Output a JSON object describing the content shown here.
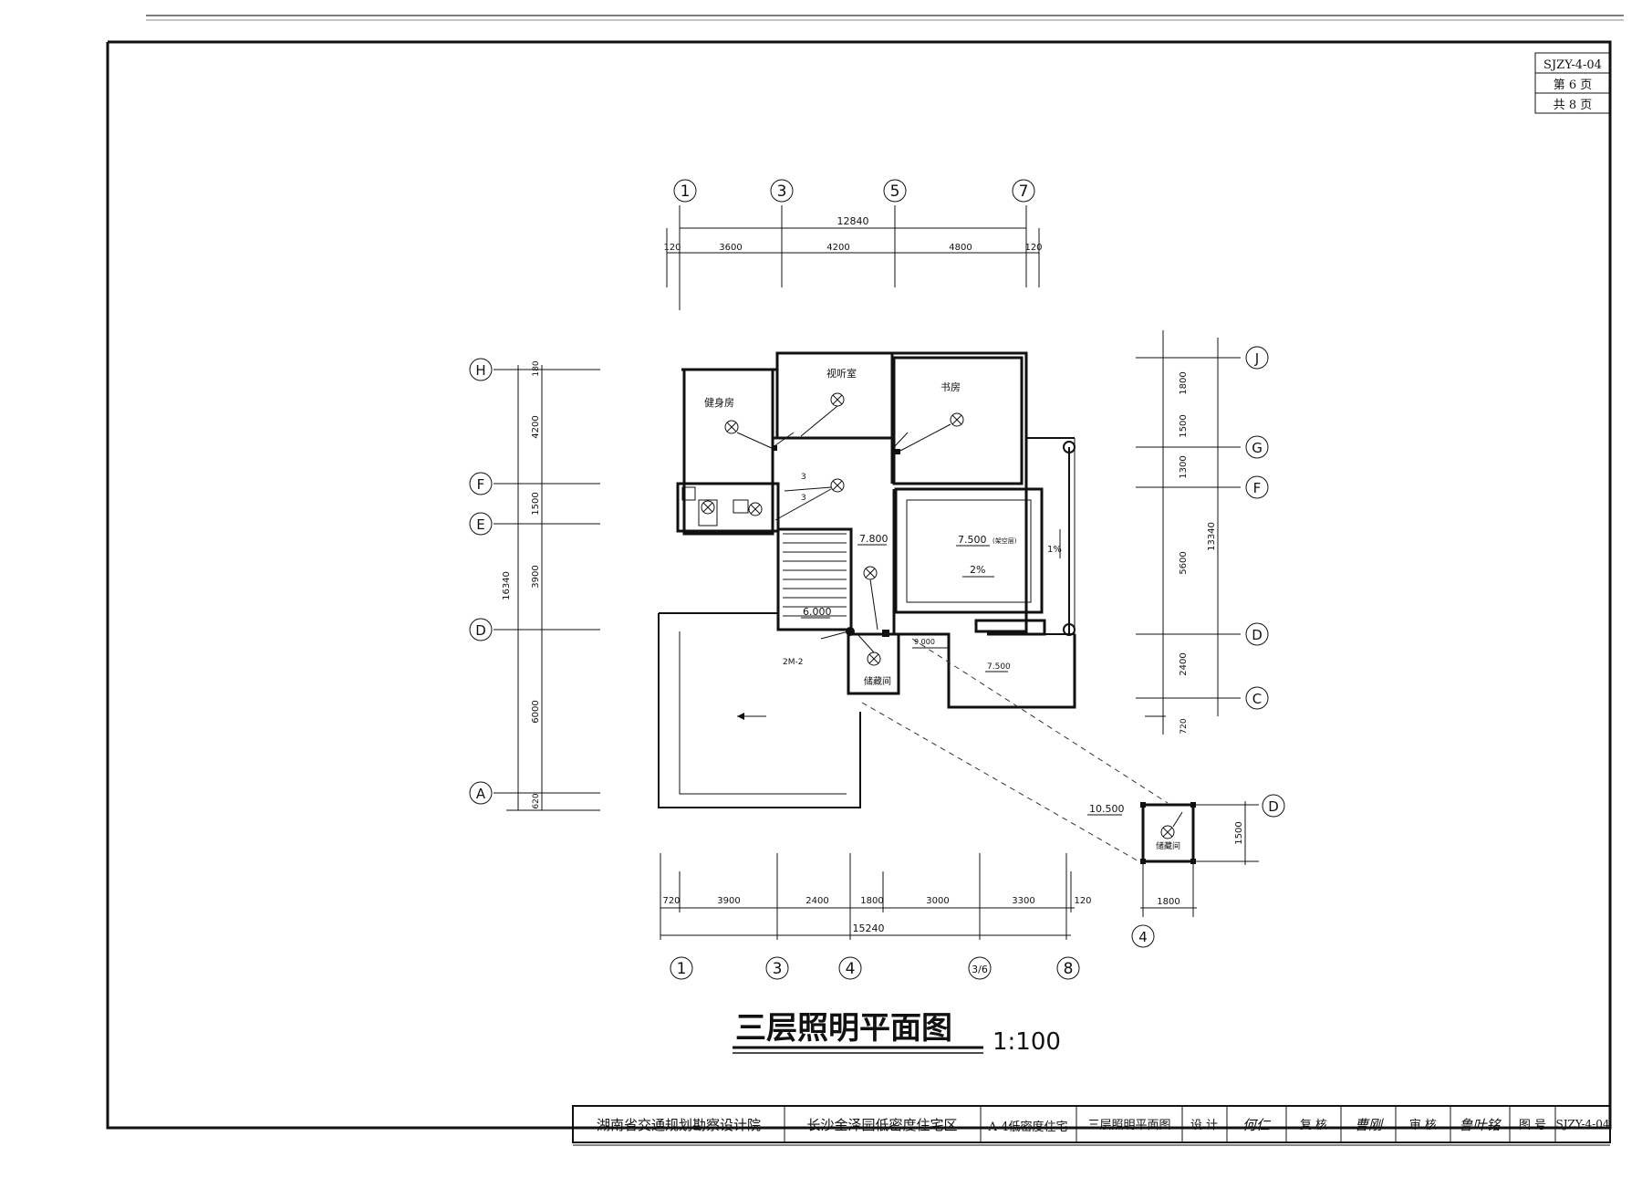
{
  "sheet": {
    "code_box": {
      "code": "SJZY-4-04",
      "page": "第 6 页",
      "total": "共 8 页"
    },
    "title": "三层照明平面图",
    "scale": "1:100"
  },
  "grid_top": {
    "axes": [
      "1",
      "3",
      "5",
      "7"
    ],
    "overall": "12840",
    "dims": [
      "120",
      "3600",
      "4200",
      "4800",
      "120"
    ]
  },
  "grid_bottom": {
    "axes": [
      "1",
      "3",
      "4",
      "3/6",
      "8"
    ],
    "overall": "15240",
    "dims": [
      "720",
      "3900",
      "2400",
      "1800",
      "3000",
      "3300",
      "120"
    ]
  },
  "grid_left": {
    "axes": [
      "H",
      "F",
      "E",
      "D",
      "A"
    ],
    "overall": "16340",
    "dims": [
      "180",
      "4200",
      "1500",
      "3900",
      "6000",
      "620"
    ]
  },
  "grid_right": {
    "axes": [
      "J",
      "G",
      "F",
      "D",
      "C"
    ],
    "overall": "13340",
    "dims": [
      "1800",
      "1500",
      "1300",
      "5600",
      "2400",
      "720"
    ]
  },
  "rooms": {
    "gym": "健身房",
    "av": "视听室",
    "study": "书房",
    "storage": "储藏间",
    "storage2": "储藏间"
  },
  "marks": {
    "el_terrace": "7.500",
    "el_terrace_note": "(架空层)",
    "slope_terrace": "2%",
    "slope_side": "1%",
    "el_corridor": "7.800",
    "el_stair": "6.000",
    "el_landing": "9.000",
    "el_roof": "7.500",
    "el_small": "10.500",
    "door": "2M-2",
    "wire1": "3",
    "wire2": "3"
  },
  "detail": {
    "axis_right": "D",
    "axis_bottom": "4",
    "dim_w": "1800",
    "dim_h": "1500"
  },
  "title_block": {
    "org": "湖南省交通规划勘察设计院",
    "project": "长沙金泽园低密度住宅区",
    "building": "A-4低密度住宅",
    "drawing": "三层照明平面图",
    "design_label": "设 计",
    "design_sig": "何仁",
    "review_label": "复 核",
    "review_sig": "曹刚",
    "audit_label": "审 核",
    "audit_sig": "鲁叶铭",
    "no_label": "图 号",
    "no": "SJZY-4-04"
  }
}
